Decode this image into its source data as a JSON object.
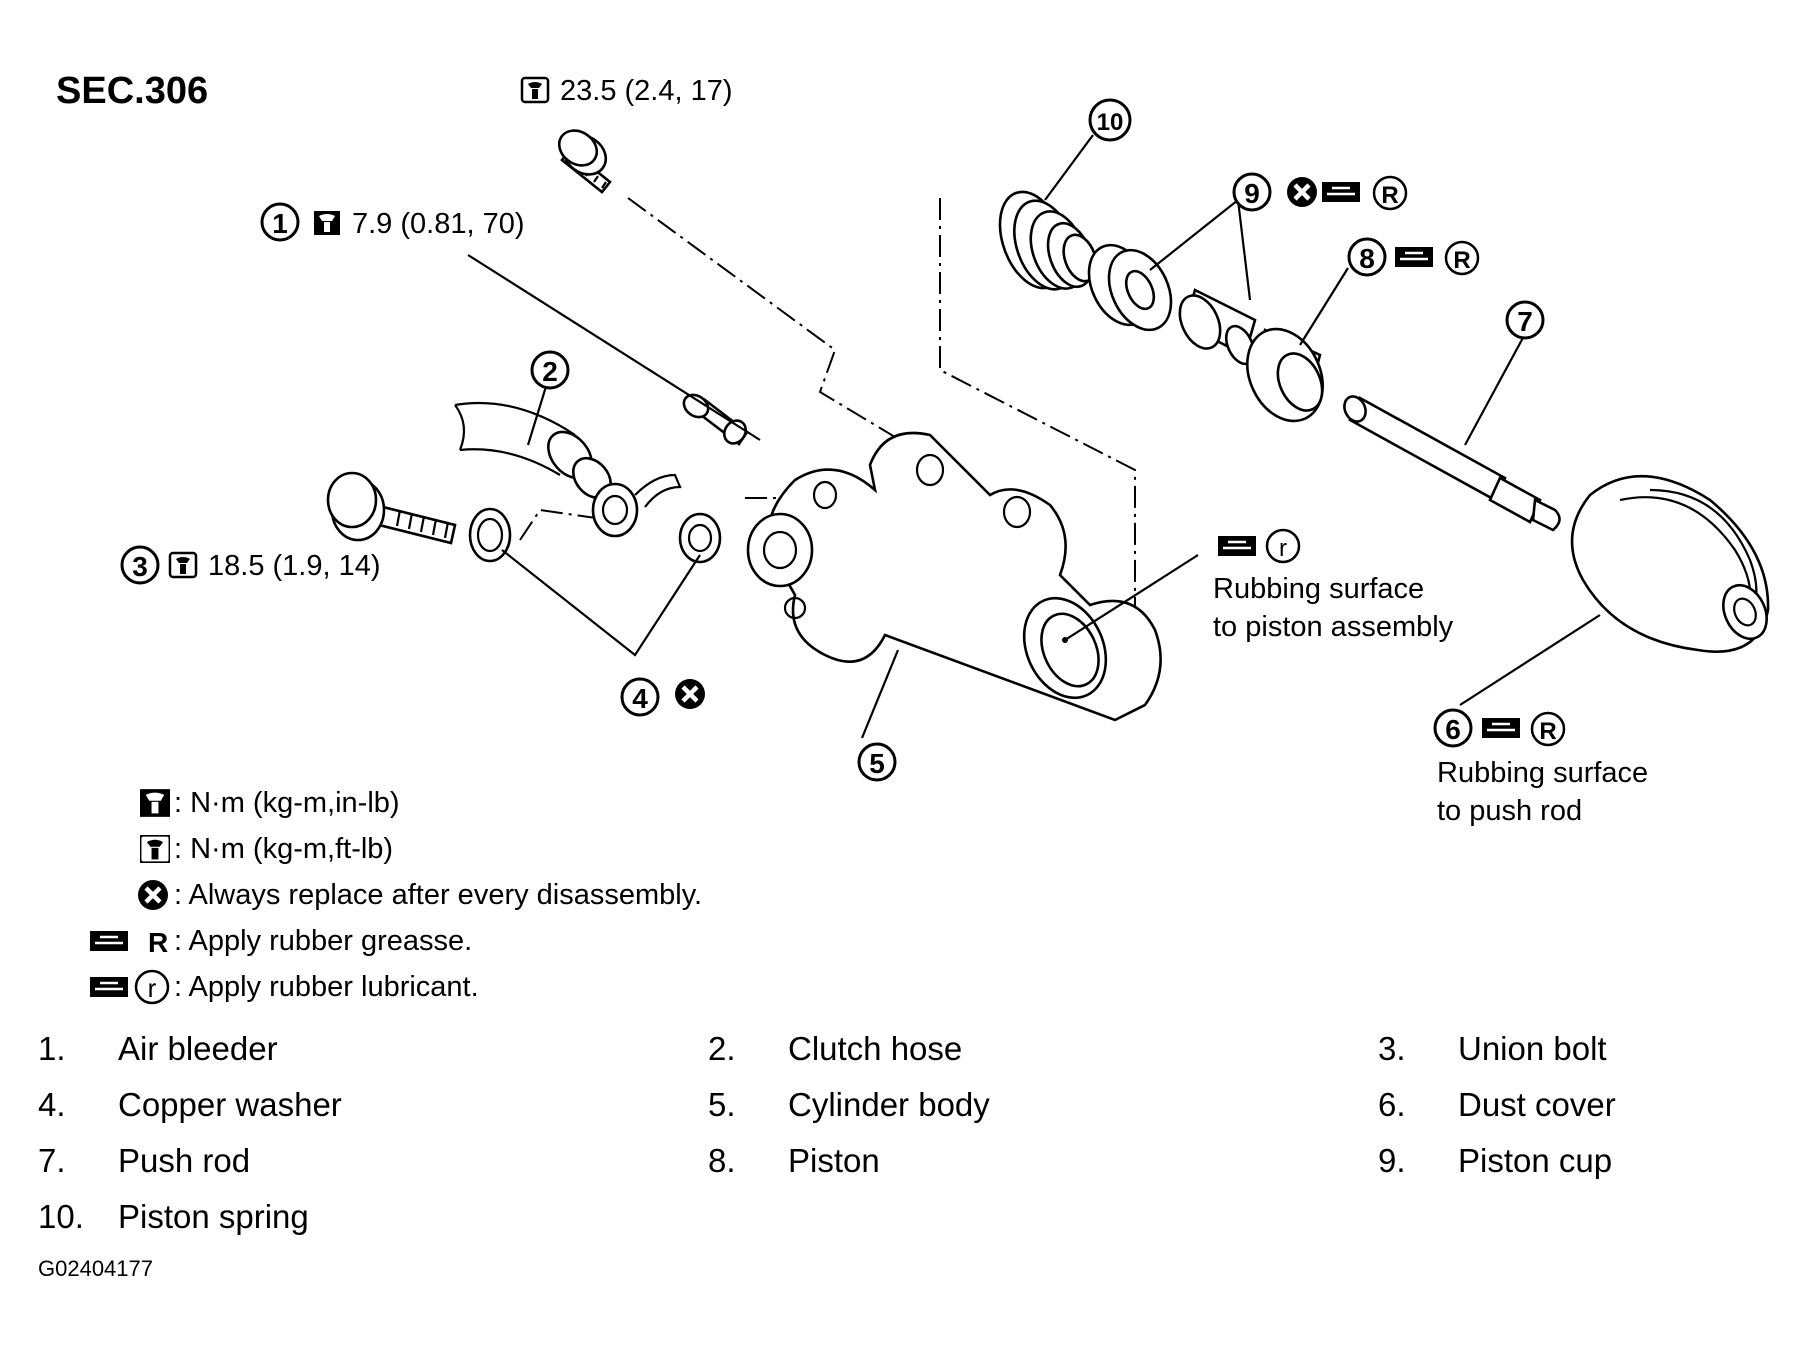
{
  "section": "SEC.306",
  "callouts": {
    "top_bolt_torque": "23.5 (2.4, 17)",
    "part1_torque": "7.9 (0.81, 70)",
    "part3_torque": "18.5 (1.9, 14)",
    "rubbing_piston_assembly": [
      "Rubbing surface",
      "to piston assembly"
    ],
    "rubbing_push_rod": [
      "Rubbing surface",
      "to push rod"
    ]
  },
  "numbers": [
    "1",
    "2",
    "3",
    "4",
    "5",
    "6",
    "7",
    "8",
    "9",
    "10"
  ],
  "legend": [
    {
      "icon": "torque-wrench-icon",
      "text": ": N·m (kg-m,in-lb)"
    },
    {
      "icon": "wrench-icon",
      "text": ": N·m (kg-m,ft-lb)"
    },
    {
      "icon": "replace-x-icon",
      "text": ": Always replace after every disassembly."
    },
    {
      "icon": "grease-R-icon",
      "letter": "R",
      "text": ": Apply rubber greasse."
    },
    {
      "icon": "lubricant-r-icon",
      "letter": "r",
      "text": ": Apply rubber lubricant."
    }
  ],
  "parts": [
    {
      "n": "1.",
      "name": "Air bleeder"
    },
    {
      "n": "2.",
      "name": "Clutch hose"
    },
    {
      "n": "3.",
      "name": "Union bolt"
    },
    {
      "n": "4.",
      "name": "Copper washer"
    },
    {
      "n": "5.",
      "name": "Cylinder body"
    },
    {
      "n": "6.",
      "name": "Dust cover"
    },
    {
      "n": "7.",
      "name": "Push rod"
    },
    {
      "n": "8.",
      "name": "Piston"
    },
    {
      "n": "9.",
      "name": "Piston cup"
    },
    {
      "n": "10.",
      "name": "Piston spring"
    }
  ],
  "figure_code": "G02404177"
}
